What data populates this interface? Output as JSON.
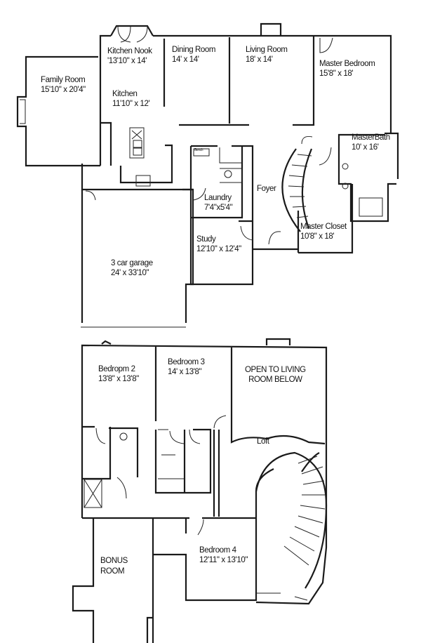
{
  "floors": {
    "main": {
      "rooms": [
        {
          "name": "Kitchen Nook",
          "size": "'13'10\" x  14'"
        },
        {
          "name": "Dining Room",
          "size": "14' x 14'"
        },
        {
          "name": "Living Room",
          "size": "18' x 14'"
        },
        {
          "name": "Master Bedroom",
          "size": "15'8\" x 18'"
        },
        {
          "name": "Family Room",
          "size": "15'10\" x 20'4\""
        },
        {
          "name": "Kitchen",
          "size": "11'10\" x 12'"
        },
        {
          "name": "Foyer",
          "size": ""
        },
        {
          "name": "MasterBath",
          "size": "10' x 16'"
        },
        {
          "name": "Laundry",
          "size": "7'4\"x5'4\""
        },
        {
          "name": "Master Closet",
          "size": "10'8\" x 18'"
        },
        {
          "name": "Study",
          "size": "12'10\" x 12'4\""
        },
        {
          "name": "3 car garage",
          "size": "24' x 33'10\""
        }
      ],
      "bench_label": "Bench"
    },
    "upper": {
      "rooms": [
        {
          "name": "Bedropm 2",
          "size": "13'8\" x 13'8\""
        },
        {
          "name": "Bedroom 3",
          "size": "14' x 13'8\""
        },
        {
          "name": "OPEN TO LIVING",
          "size": "ROOM BELOW"
        },
        {
          "name": "Loft",
          "size": ""
        },
        {
          "name": "Bedroom 4",
          "size": "12'11\" x 13'10\""
        },
        {
          "name": "BONUS",
          "size": "ROOM"
        }
      ]
    }
  }
}
